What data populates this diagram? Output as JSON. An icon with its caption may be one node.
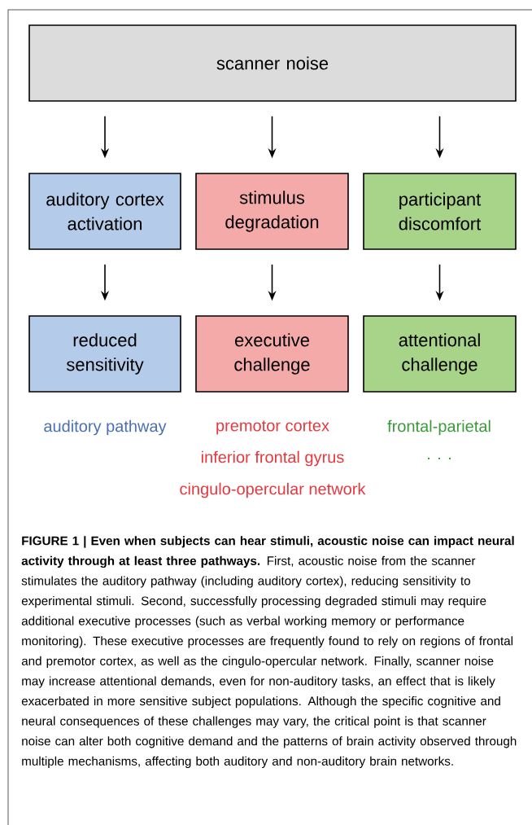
{
  "diagram": {
    "nodes": [
      {
        "text": [
          "scanner noise"
        ]
      },
      {
        "text": [
          "auditory cortex activation"
        ]
      },
      {
        "text": [
          "stimulus degradation"
        ]
      },
      {
        "text": [
          "participant discomfort"
        ]
      },
      {
        "text": [
          "reduced sensitivity"
        ]
      },
      {
        "text": [
          "executive challenge"
        ]
      },
      {
        "text": [
          "attentional challenge"
        ]
      }
    ],
    "edges": [
      {
        "from": 0,
        "to": 1,
        "arrow": "to"
      },
      {
        "from": 0,
        "to": 2,
        "arrow": "to"
      },
      {
        "from": 0,
        "to": 3,
        "arrow": "to"
      },
      {
        "from": 1,
        "to": 4,
        "arrow": "to"
      },
      {
        "from": 2,
        "to": 5,
        "arrow": "to"
      },
      {
        "from": 3,
        "to": 6,
        "arrow": "to"
      }
    ],
    "labels": [
      "auditory pathway",
      "premotor cortex",
      "frontal-parietal",
      "inferior frontal gyrus",
      ". . .",
      "cingulo-opercular network"
    ],
    "caption": "**FIGURE 1 | Even when subjects can hear stimuli, acoustic noise can impact neural activity through at least three pathways.** First, acoustic noise from the scanner stimulates the auditory pathway (including auditory cortex), reducing sensitivity to experimental stimuli. Second, successfully processing degraded stimuli may require additional executive processes (such as verbal working memory or performance monitoring). These executive processes are frequently found to rely on regions of frontal and premotor cortex, as well as the cingulo-opercular network. Finally, scanner noise may increase attentional demands, even for non-auditory tasks, an effect that is likely exacerbated in more sensitive subject populations. Although the specific cognitive and neural consequences of these challenges may vary, the critical point is that scanner noise can alter both cognitive demand and the patterns of brain activity observed through multiple mechanisms, affecting both auditory and non-auditory brain networks."
  }
}
